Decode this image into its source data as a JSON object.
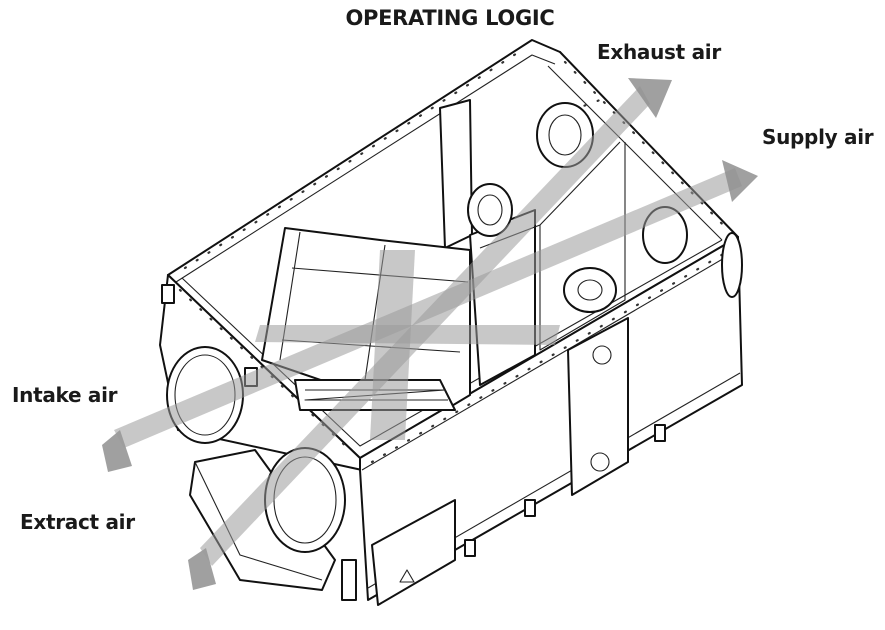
{
  "title": "OPERATING LOGIC",
  "labels": {
    "exhaust": "Exhaust air",
    "supply": "Supply air",
    "intake": "Intake air",
    "extract": "Extract air"
  }
}
